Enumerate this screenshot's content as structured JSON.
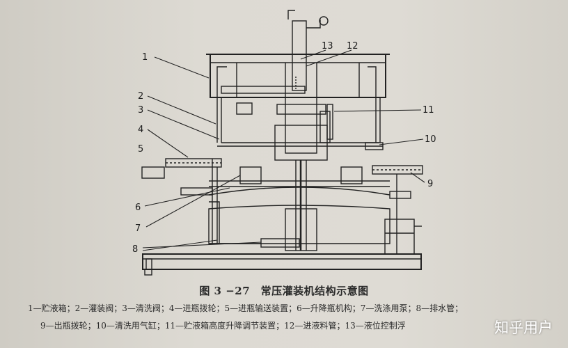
{
  "figure": {
    "caption": "图 3 −27　常压灌装机结构示意图",
    "legend_line1": "1—贮液箱；2—灌装阀；3—清洗阀；4—进瓶拨轮；5—进瓶输送装置；6—升降瓶机构；7—洗涤用泵；8—排水管；",
    "legend_line2": "9—出瓶拨轮；10—清洗用气缸；11—贮液箱高度升降调节装置；12—进液料管；13—液位控制浮",
    "watermark": "知乎用户"
  },
  "labels": [
    {
      "id": "label-1",
      "text": "1"
    },
    {
      "id": "label-2",
      "text": "2"
    },
    {
      "id": "label-3",
      "text": "3"
    },
    {
      "id": "label-4",
      "text": "4"
    },
    {
      "id": "label-5",
      "text": "5"
    },
    {
      "id": "label-6",
      "text": "6"
    },
    {
      "id": "label-7",
      "text": "7"
    },
    {
      "id": "label-8",
      "text": "8"
    },
    {
      "id": "label-9",
      "text": "9"
    },
    {
      "id": "label-10",
      "text": "10"
    },
    {
      "id": "label-11",
      "text": "11"
    },
    {
      "id": "label-12",
      "text": "12"
    },
    {
      "id": "label-13",
      "text": "13"
    }
  ]
}
